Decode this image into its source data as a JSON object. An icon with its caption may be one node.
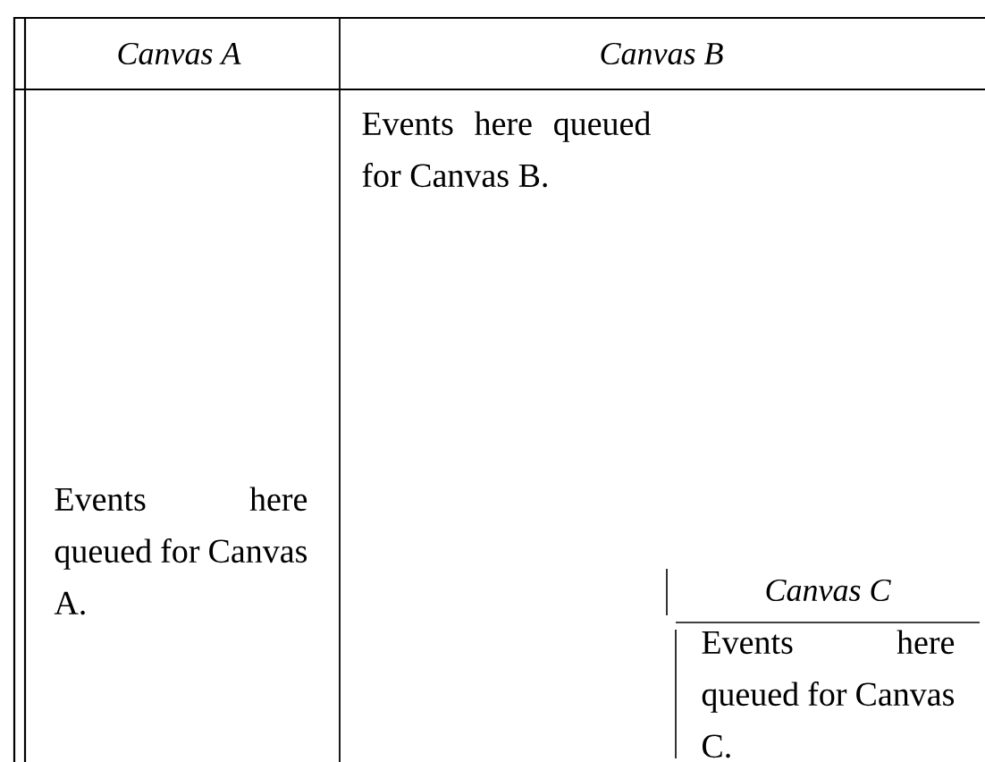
{
  "diagram": {
    "nodes": [
      {
        "text": [
          "Canvas A",
          "Events here queued for Canvas A."
        ]
      },
      {
        "text": [
          "Canvas B",
          "Events here queued for Canvas B."
        ]
      },
      {
        "text": [
          "Canvas C",
          "Events here queued for Canvas C."
        ],
        "in": 1
      }
    ]
  }
}
